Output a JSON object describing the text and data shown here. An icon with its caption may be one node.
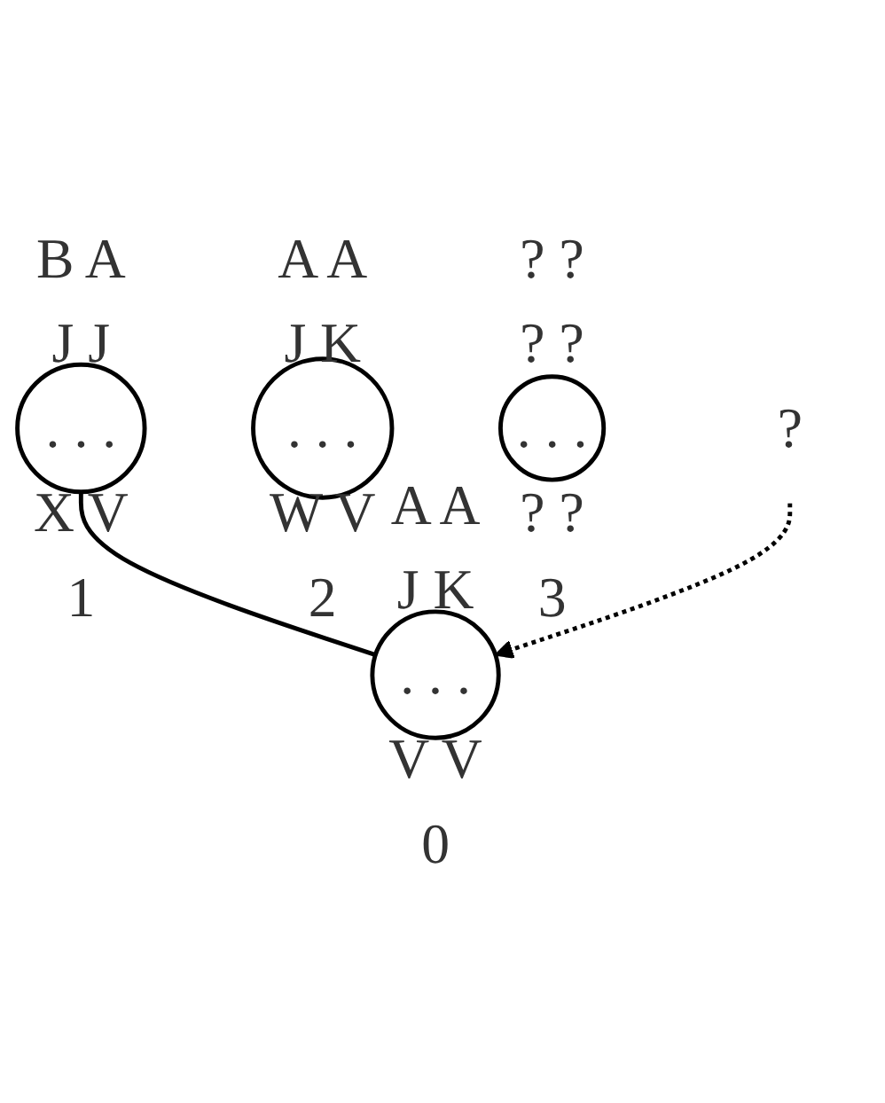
{
  "diagram": {
    "nodes": [
      {
        "text": [
          "B A",
          "J J",
          ". . .",
          "X V"
        ],
        "beside": [
          "1"
        ]
      },
      {
        "text": [
          "A A",
          "J K",
          ". . .",
          "W V"
        ],
        "beside": [
          "2"
        ]
      },
      {
        "text": [
          "? ?",
          "? ?",
          ". . .",
          "? ?"
        ],
        "beside": [
          "3"
        ]
      },
      {
        "text": [
          "?"
        ]
      },
      {
        "text": [
          "A A",
          "J K",
          ". . .",
          "V V"
        ],
        "beside": [
          "0"
        ]
      }
    ],
    "edges": [
      {
        "from": 0,
        "to": 4,
        "arrow": "none"
      },
      {
        "from": 3,
        "to": 4,
        "arrow": "to",
        "style": "dashed"
      }
    ]
  }
}
